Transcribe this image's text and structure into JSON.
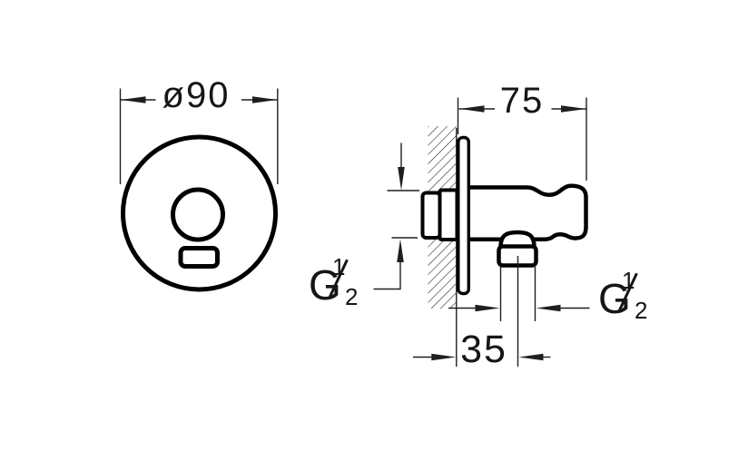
{
  "colors": {
    "background": "#ffffff",
    "outline": "#000000",
    "dimension_line": "#1f1f1f",
    "text": "#161616"
  },
  "labels": {
    "flange_diameter": "ø90",
    "depth": "75",
    "outlet_offset": "35"
  },
  "threads": {
    "inlet": {
      "prefix": "G",
      "numerator": "1",
      "denominator": "2"
    },
    "outlet": {
      "prefix": "G",
      "numerator": "1",
      "denominator": "2"
    }
  }
}
